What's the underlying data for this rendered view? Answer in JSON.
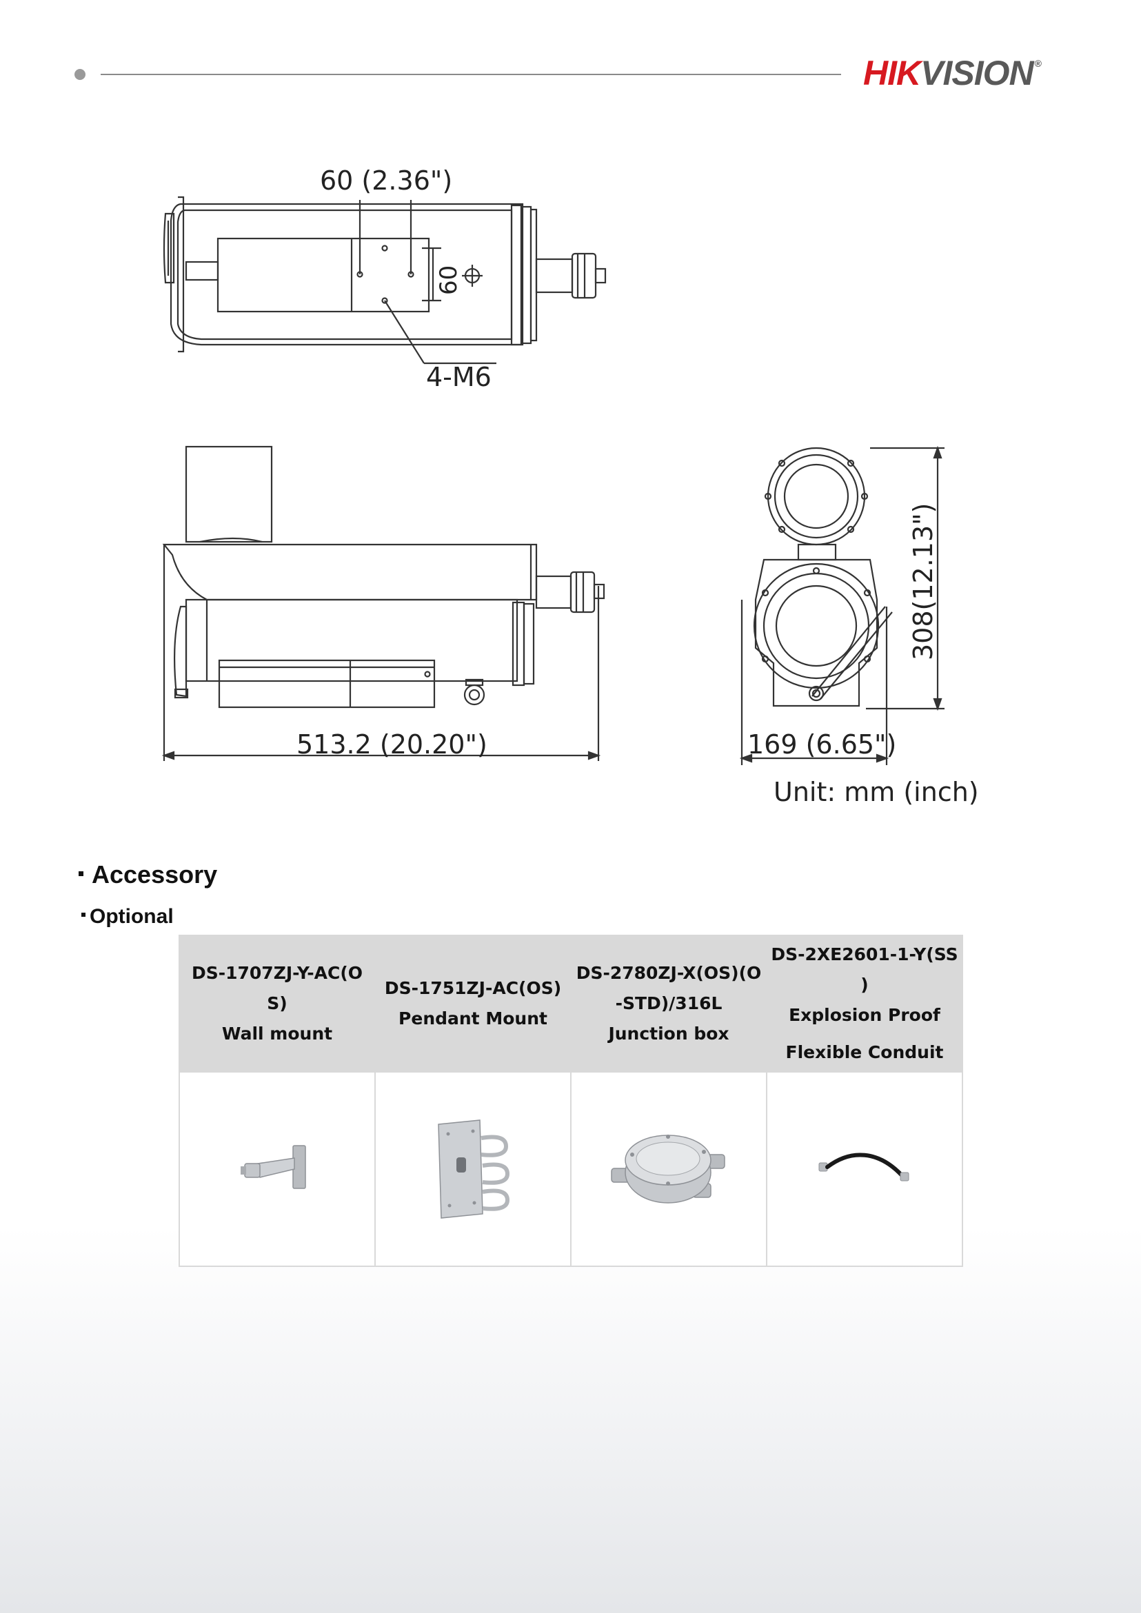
{
  "header": {
    "brand_red": "HIK",
    "brand_gray": "VISION",
    "brand_mark": "®",
    "colors": {
      "brand_red": "#d71920",
      "brand_gray": "#595959",
      "table_header_bg": "#d9d9d9"
    }
  },
  "drawing": {
    "top_width": "60 (2.36\")",
    "top_height": "60",
    "screw_label": "4-M6",
    "length": "513.2 (20.20\")",
    "front_width": "169 (6.65\")",
    "front_height": "308(12.13\")",
    "unit": "Unit: mm (inch)"
  },
  "accessory": {
    "title": "Accessory",
    "optional_label": "Optional",
    "items": [
      {
        "lines": [
          "DS-1707ZJ-Y-AC(O",
          "S)",
          "Wall mount"
        ],
        "icon": "wall-mount-icon"
      },
      {
        "lines": [
          "DS-1751ZJ-AC(OS)",
          "Pendant Mount"
        ],
        "icon": "pendant-mount-icon"
      },
      {
        "lines": [
          "DS-2780ZJ-X(OS)(O",
          "-STD)/316L",
          "Junction box"
        ],
        "icon": "junction-box-icon"
      },
      {
        "lines": [
          "DS-2XE2601-1-Y(SS",
          ")",
          "Explosion Proof",
          "Flexible Conduit"
        ],
        "icon": "flexible-conduit-icon"
      }
    ]
  }
}
